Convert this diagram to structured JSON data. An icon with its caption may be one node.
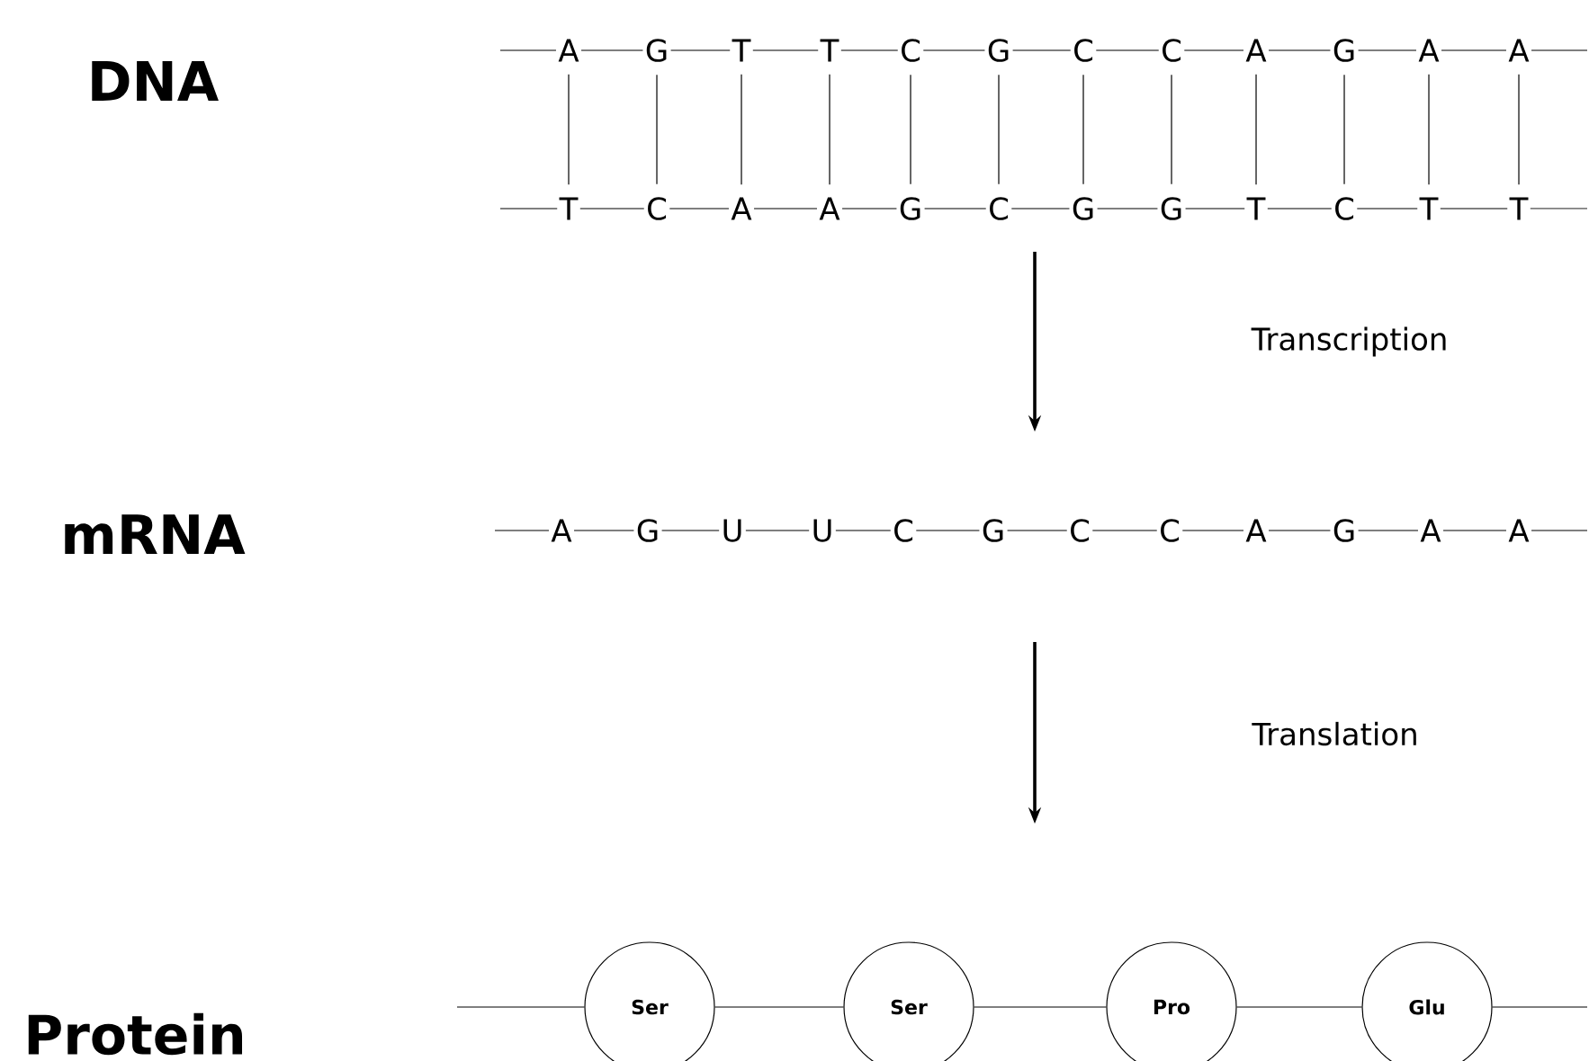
{
  "diagram": {
    "nodes": [
      {
        "text": [
          "A"
        ]
      },
      {
        "text": [
          "G"
        ]
      },
      {
        "text": [
          "T"
        ]
      },
      {
        "text": [
          "T"
        ]
      },
      {
        "text": [
          "C"
        ]
      },
      {
        "text": [
          "G"
        ]
      },
      {
        "text": [
          "C"
        ]
      },
      {
        "text": [
          "C"
        ]
      },
      {
        "text": [
          "A"
        ]
      },
      {
        "text": [
          "G"
        ]
      },
      {
        "text": [
          "A"
        ]
      },
      {
        "text": [
          "A"
        ]
      },
      {
        "text": [
          "T"
        ]
      },
      {
        "text": [
          "C"
        ]
      },
      {
        "text": [
          "A"
        ]
      },
      {
        "text": [
          "A"
        ]
      },
      {
        "text": [
          "G"
        ]
      },
      {
        "text": [
          "C"
        ]
      },
      {
        "text": [
          "G"
        ]
      },
      {
        "text": [
          "G"
        ]
      },
      {
        "text": [
          "T"
        ]
      },
      {
        "text": [
          "C"
        ]
      },
      {
        "text": [
          "T"
        ]
      },
      {
        "text": [
          "T"
        ]
      },
      {
        "text": [
          "A"
        ]
      },
      {
        "text": [
          "G"
        ]
      },
      {
        "text": [
          "U"
        ]
      },
      {
        "text": [
          "U"
        ]
      },
      {
        "text": [
          "C"
        ]
      },
      {
        "text": [
          "G"
        ]
      },
      {
        "text": [
          "C"
        ]
      },
      {
        "text": [
          "C"
        ]
      },
      {
        "text": [
          "A"
        ]
      },
      {
        "text": [
          "G"
        ]
      },
      {
        "text": [
          "A"
        ]
      },
      {
        "text": [
          "A"
        ]
      },
      {
        "text": [
          "Ser"
        ]
      },
      {
        "text": [
          "Ser"
        ]
      },
      {
        "text": [
          "Pro"
        ]
      },
      {
        "text": [
          "Glu"
        ]
      }
    ],
    "edges": [
      {
        "from": null,
        "to": 0,
        "arrow": "none"
      },
      {
        "from": 0,
        "to": 1,
        "arrow": "none"
      },
      {
        "from": 1,
        "to": 2,
        "arrow": "none"
      },
      {
        "from": 2,
        "to": 3,
        "arrow": "none"
      },
      {
        "from": 3,
        "to": 4,
        "arrow": "none"
      },
      {
        "from": 4,
        "to": 5,
        "arrow": "none"
      },
      {
        "from": 5,
        "to": 6,
        "arrow": "none"
      },
      {
        "from": 6,
        "to": 7,
        "arrow": "none"
      },
      {
        "from": 7,
        "to": 8,
        "arrow": "none"
      },
      {
        "from": 8,
        "to": 9,
        "arrow": "none"
      },
      {
        "from": 9,
        "to": 10,
        "arrow": "none"
      },
      {
        "from": 10,
        "to": 11,
        "arrow": "none"
      },
      {
        "from": 11,
        "to": null,
        "arrow": "none"
      },
      {
        "from": 0,
        "to": 12,
        "arrow": "none"
      },
      {
        "from": 1,
        "to": 13,
        "arrow": "none"
      },
      {
        "from": 2,
        "to": 14,
        "arrow": "none"
      },
      {
        "from": 3,
        "to": 15,
        "arrow": "none"
      },
      {
        "from": 4,
        "to": 16,
        "arrow": "none"
      },
      {
        "from": 5,
        "to": 17,
        "arrow": "none"
      },
      {
        "from": 6,
        "to": 18,
        "arrow": "none"
      },
      {
        "from": 7,
        "to": 19,
        "arrow": "none"
      },
      {
        "from": 8,
        "to": 20,
        "arrow": "none"
      },
      {
        "from": 9,
        "to": 21,
        "arrow": "none"
      },
      {
        "from": 10,
        "to": 22,
        "arrow": "none"
      },
      {
        "from": 11,
        "to": 23,
        "arrow": "none"
      },
      {
        "from": null,
        "to": 12,
        "arrow": "none"
      },
      {
        "from": 12,
        "to": 13,
        "arrow": "none"
      },
      {
        "from": 13,
        "to": 14,
        "arrow": "none"
      },
      {
        "from": 14,
        "to": 15,
        "arrow": "none"
      },
      {
        "from": 15,
        "to": 16,
        "arrow": "none"
      },
      {
        "from": 16,
        "to": 17,
        "arrow": "none"
      },
      {
        "from": 17,
        "to": 18,
        "arrow": "none"
      },
      {
        "from": 18,
        "to": 19,
        "arrow": "none"
      },
      {
        "from": 19,
        "to": 20,
        "arrow": "none"
      },
      {
        "from": 20,
        "to": 21,
        "arrow": "none"
      },
      {
        "from": 21,
        "to": 22,
        "arrow": "none"
      },
      {
        "from": 22,
        "to": 23,
        "arrow": "none"
      },
      {
        "from": 23,
        "to": null,
        "arrow": "none"
      },
      {
        "from": null,
        "to": 24,
        "arrow": "none"
      },
      {
        "from": 24,
        "to": 25,
        "arrow": "none"
      },
      {
        "from": 25,
        "to": 26,
        "arrow": "none"
      },
      {
        "from": 26,
        "to": 27,
        "arrow": "none"
      },
      {
        "from": 27,
        "to": 28,
        "arrow": "none"
      },
      {
        "from": 28,
        "to": 29,
        "arrow": "none"
      },
      {
        "from": 29,
        "to": 30,
        "arrow": "none"
      },
      {
        "from": 30,
        "to": 31,
        "arrow": "none"
      },
      {
        "from": 31,
        "to": 32,
        "arrow": "none"
      },
      {
        "from": 32,
        "to": 33,
        "arrow": "none"
      },
      {
        "from": 33,
        "to": 34,
        "arrow": "none"
      },
      {
        "from": 34,
        "to": 35,
        "arrow": "none"
      },
      {
        "from": 35,
        "to": null,
        "arrow": "none"
      },
      {
        "from": null,
        "to": 36,
        "arrow": "none"
      },
      {
        "from": 36,
        "to": 37,
        "arrow": "none"
      },
      {
        "from": 37,
        "to": 38,
        "arrow": "none"
      },
      {
        "from": 38,
        "to": 39,
        "arrow": "none"
      },
      {
        "from": 39,
        "to": null,
        "arrow": "none"
      }
    ],
    "labels": [
      "DNA",
      "Transcription",
      "mRNA",
      "Translation",
      "Protein"
    ]
  }
}
